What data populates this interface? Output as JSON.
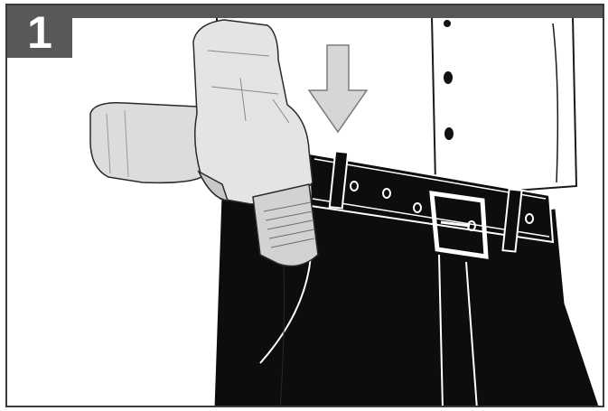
{
  "step": {
    "number": "1"
  },
  "illustration": {
    "subject": "drill-on-belt-hook",
    "arrow_direction": "down"
  },
  "colors": {
    "bar": "#585858",
    "pants": "#0d0d0d",
    "line": "#1a1a1a"
  }
}
